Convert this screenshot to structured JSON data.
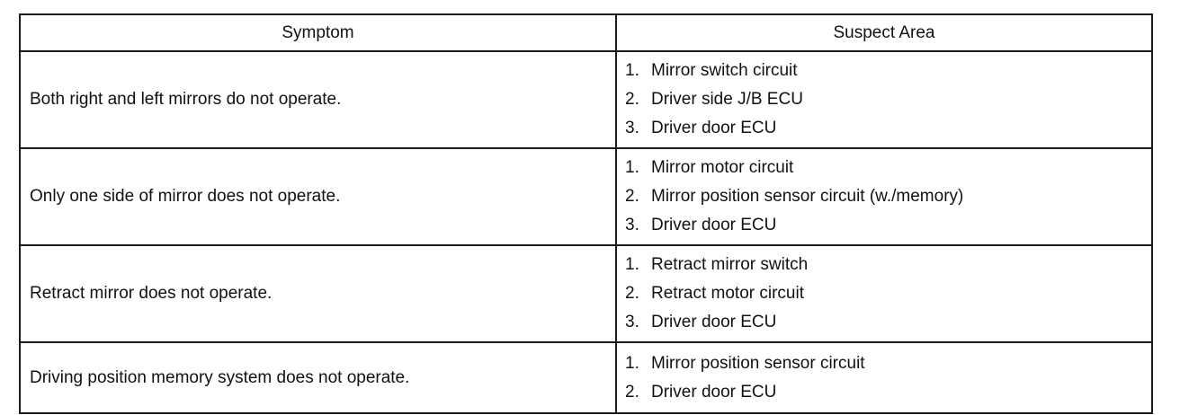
{
  "table": {
    "headers": {
      "symptom": "Symptom",
      "suspect_area": "Suspect Area"
    },
    "rows": [
      {
        "symptom": "Both right and left mirrors do not operate.",
        "suspect_areas": [
          {
            "num": "1.",
            "text": "Mirror switch circuit"
          },
          {
            "num": "2.",
            "text": "Driver side J/B ECU"
          },
          {
            "num": "3.",
            "text": "Driver door ECU"
          }
        ]
      },
      {
        "symptom": "Only one side of mirror does not operate.",
        "suspect_areas": [
          {
            "num": "1.",
            "text": "Mirror motor circuit"
          },
          {
            "num": "2.",
            "text": "Mirror position sensor circuit (w./memory)"
          },
          {
            "num": "3.",
            "text": "Driver door ECU"
          }
        ]
      },
      {
        "symptom": "Retract mirror does not operate.",
        "suspect_areas": [
          {
            "num": "1.",
            "text": "Retract mirror switch"
          },
          {
            "num": "2.",
            "text": "Retract motor circuit"
          },
          {
            "num": "3.",
            "text": "Driver door ECU"
          }
        ]
      },
      {
        "symptom": "Driving position memory system does not operate.",
        "suspect_areas": [
          {
            "num": "1.",
            "text": "Mirror position sensor circuit"
          },
          {
            "num": "2.",
            "text": "Driver door ECU"
          }
        ]
      }
    ]
  }
}
